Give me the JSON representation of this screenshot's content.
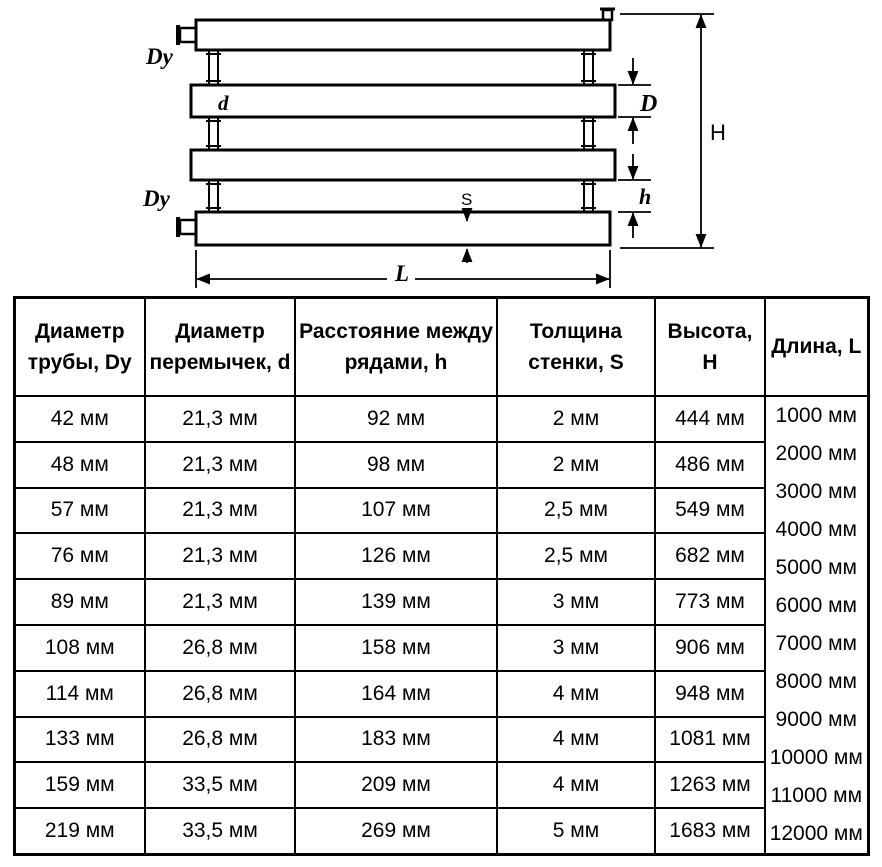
{
  "diagram": {
    "labels": {
      "dy_top": "Dy",
      "dy_bottom": "Dy",
      "d": "d",
      "D": "D",
      "h": "h",
      "H": "H",
      "S": "S",
      "L": "L"
    }
  },
  "table": {
    "headers": [
      "Диаметр\nтрубы, Dy",
      "Диаметр\nперемычек, d",
      "Расстояние между\nрядами, h",
      "Толщина\nстенки, S",
      "Высота, H",
      "Длина, L"
    ],
    "rows": [
      [
        "42 мм",
        "21,3 мм",
        "92 мм",
        "2 мм",
        "444 мм"
      ],
      [
        "48 мм",
        "21,3 мм",
        "98 мм",
        "2 мм",
        "486 мм"
      ],
      [
        "57 мм",
        "21,3 мм",
        "107 мм",
        "2,5 мм",
        "549 мм"
      ],
      [
        "76 мм",
        "21,3 мм",
        "126 мм",
        "2,5 мм",
        "682 мм"
      ],
      [
        "89 мм",
        "21,3 мм",
        "139 мм",
        "3 мм",
        "773 мм"
      ],
      [
        "108 мм",
        "26,8 мм",
        "158 мм",
        "3 мм",
        "906 мм"
      ],
      [
        "114 мм",
        "26,8 мм",
        "164 мм",
        "4 мм",
        "948 мм"
      ],
      [
        "133 мм",
        "26,8 мм",
        "183 мм",
        "4 мм",
        "1081 мм"
      ],
      [
        "159 мм",
        "33,5 мм",
        "209 мм",
        "4 мм",
        "1263 мм"
      ],
      [
        "219 мм",
        "33,5 мм",
        "269 мм",
        "5 мм",
        "1683 мм"
      ]
    ],
    "length_values": [
      "1000 мм",
      "2000 мм",
      "3000 мм",
      "4000 мм",
      "5000 мм",
      "6000 мм",
      "7000 мм",
      "8000 мм",
      "9000 мм",
      "10000 мм",
      "11000 мм",
      "12000 мм"
    ]
  }
}
